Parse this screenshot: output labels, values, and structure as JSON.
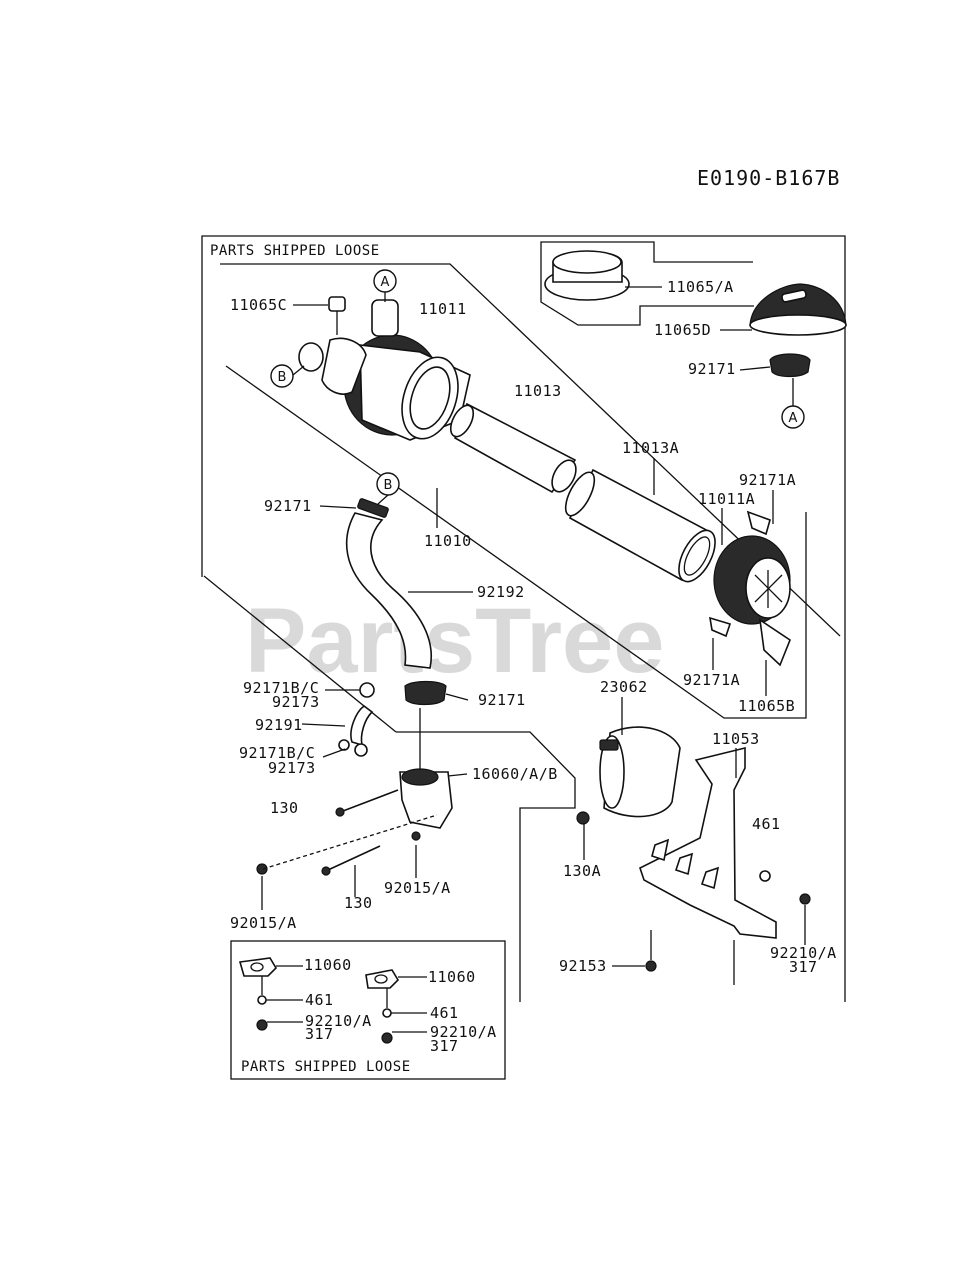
{
  "diagram_code": "E0190-B167B",
  "watermark": "PartsTree",
  "box_labels": {
    "shipped_loose_top": "PARTS SHIPPED LOOSE",
    "shipped_loose_bottom": "PARTS SHIPPED LOOSE"
  },
  "ref_markers": {
    "a": "A",
    "b": "B"
  },
  "part_labels": {
    "p11065c": "11065C",
    "p11011": "11011",
    "p11065a": "11065/A",
    "p11065d": "11065D",
    "p92171_top": "92171",
    "p11013": "11013",
    "p11013a": "11013A",
    "p92171a_top": "92171A",
    "p11011a": "11011A",
    "p92171_b": "92171",
    "p11010": "11010",
    "p92192": "92192",
    "p92171a_bot": "92171A",
    "p11065b": "11065B",
    "p92171bc_1": "92171B/C",
    "p92173_1": "92173",
    "p92171_mid": "92171",
    "p23062": "23062",
    "p92191": "92191",
    "p11053": "11053",
    "p92171bc_2": "92171B/C",
    "p92173_2": "92173",
    "p16060": "16060/A/B",
    "p130_a": "130",
    "p461_main": "461",
    "p130a": "130A",
    "p130_b": "130",
    "p92015a_1": "92015/A",
    "p92015a_2": "92015/A",
    "p92210a_main": "92210/A",
    "p317_main": "317",
    "p92153": "92153",
    "p11060_1": "11060",
    "p11060_2": "11060",
    "p461_1": "461",
    "p461_2": "461",
    "p92210a_1": "92210/A",
    "p317_1": "317",
    "p92210a_2": "92210/A",
    "p317_2": "317"
  }
}
